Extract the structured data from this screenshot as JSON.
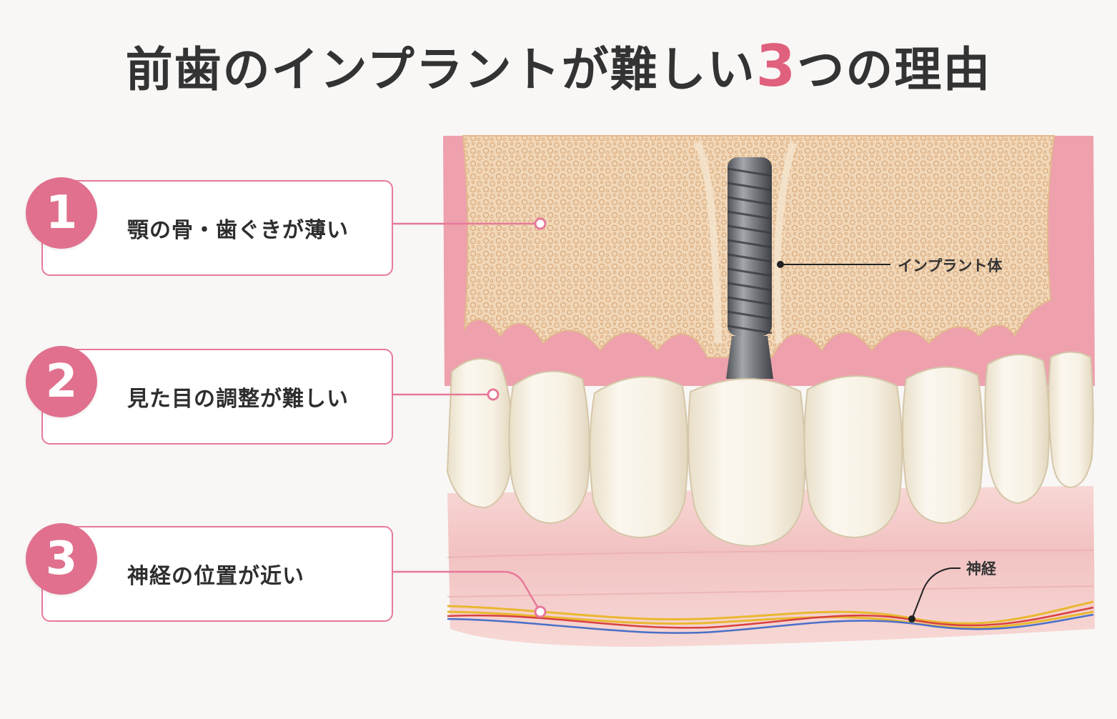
{
  "title": {
    "before": "前歯のインプラントが難しい",
    "number": "3",
    "after": "つの理由"
  },
  "reasons": [
    {
      "number": "1",
      "text": "顎の骨・歯ぐきが薄い"
    },
    {
      "number": "2",
      "text": "見た目の調整が難しい"
    },
    {
      "number": "3",
      "text": "神経の位置が近い"
    }
  ],
  "labels": {
    "implant": "インプラント体",
    "nerve": "神経"
  },
  "colors": {
    "accent": "#e0617d",
    "gum": "#eea5b0",
    "bone": "#f1d6b6",
    "tooth": "#f6f0e2",
    "nerve_yellow": "#e8b830",
    "nerve_red": "#d94040",
    "nerve_blue": "#4a6fc8"
  }
}
